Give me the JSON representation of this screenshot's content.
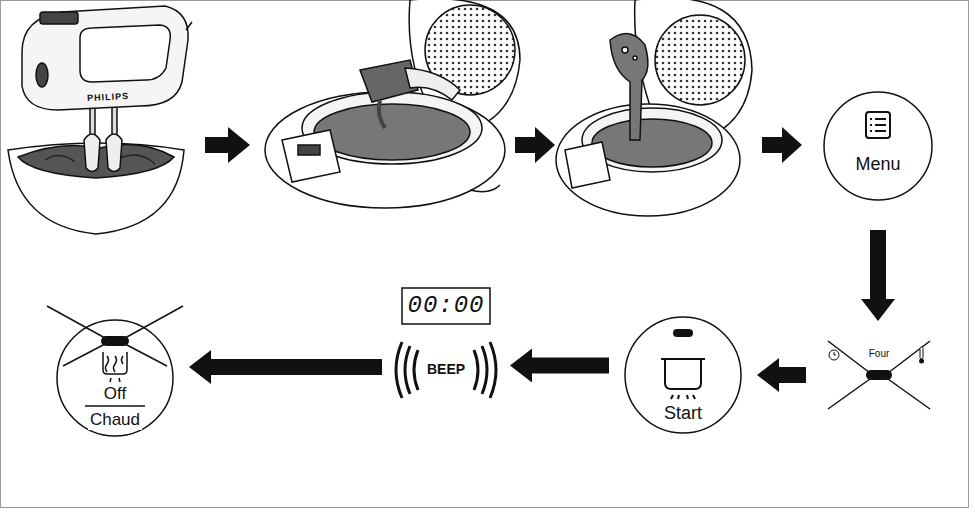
{
  "diagram": {
    "nodes": [
      {
        "text": [
          "Menu"
        ]
      },
      {
        "text": [
          "Four"
        ]
      },
      {
        "text": [
          "Start"
        ]
      },
      {
        "text": [
          "00:00",
          "BEEP"
        ]
      },
      {
        "text": [
          "Off",
          "Chaud"
        ]
      }
    ],
    "edges": [
      {
        "from": 0,
        "to": 1,
        "arrow": "to"
      },
      {
        "from": 1,
        "to": 2,
        "arrow": "to"
      },
      {
        "from": 2,
        "to": 3,
        "arrow": "to"
      },
      {
        "from": 3,
        "to": 4,
        "arrow": "to"
      }
    ],
    "labels": [
      "PHILIPS"
    ]
  }
}
